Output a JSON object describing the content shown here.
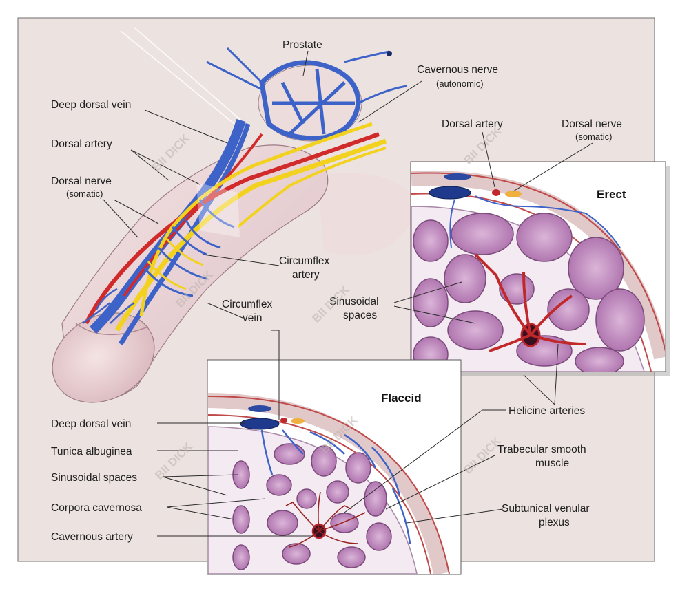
{
  "panels": {
    "erect_title": "Erect",
    "flaccid_title": "Flaccid"
  },
  "labels": {
    "prostate": "Prostate",
    "cavernous_nerve": "Cavernous nerve",
    "cavernous_nerve_sub": "(autonomic)",
    "deep_dorsal_vein_top": "Deep dorsal vein",
    "dorsal_artery_left": "Dorsal artery",
    "dorsal_nerve_left": "Dorsal nerve",
    "dorsal_nerve_left_sub": "(somatic)",
    "circumflex_artery_1": "Circumflex",
    "circumflex_artery_2": "artery",
    "circumflex_vein_1": "Circumflex",
    "circumflex_vein_2": "vein",
    "dorsal_artery_right": "Dorsal artery",
    "dorsal_nerve_right": "Dorsal nerve",
    "dorsal_nerve_right_sub": "(somatic)",
    "sinusoidal_1": "Sinusoidal",
    "sinusoidal_2": "spaces",
    "helicine_arteries": "Helicine arteries",
    "trabecular_1": "Trabecular smooth",
    "trabecular_2": "muscle",
    "subtunical_1": "Subtunical venular",
    "subtunical_2": "plexus",
    "deep_dorsal_vein_bottom": "Deep dorsal vein",
    "tunica_albuginea": "Tunica albuginea",
    "sinusoidal_spaces_bottom": "Sinusoidal spaces",
    "corpora_cavernosa": "Corpora cavernosa",
    "cavernous_artery": "Cavernous artery"
  },
  "watermark": "BII DICK",
  "colors": {
    "background": "#ece3e0",
    "vein": "#3d63c9",
    "artery": "#d02a2a",
    "nerve": "#f2d21e",
    "tissue": "#a46aa8",
    "sinus": "#c997c6"
  }
}
